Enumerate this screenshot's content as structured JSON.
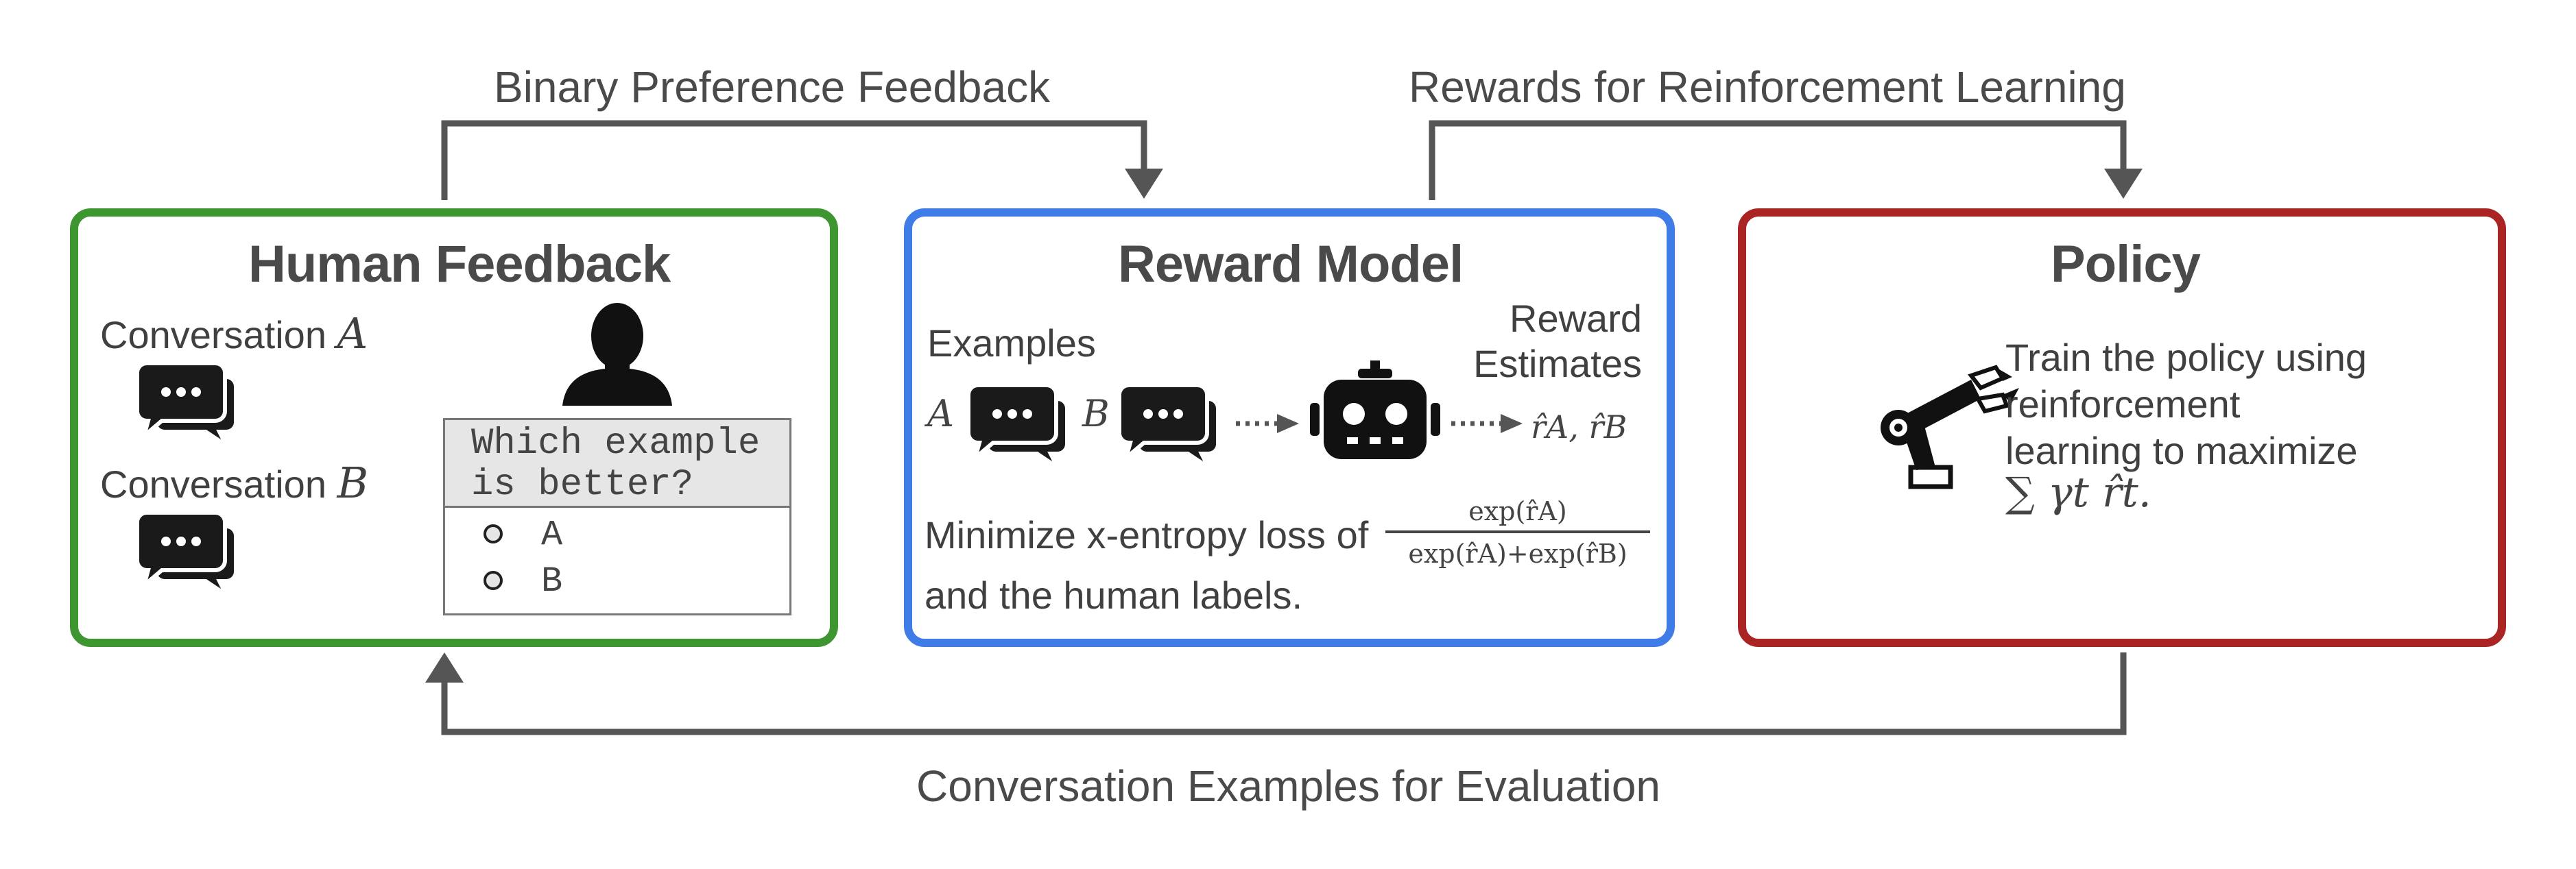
{
  "flows": {
    "binary_preference": "Binary Preference Feedback",
    "rewards_rl": "Rewards for Reinforcement Learning",
    "conversation_examples": "Conversation Examples for Evaluation"
  },
  "human_feedback": {
    "title": "Human Feedback",
    "conversation_a_text": "Conversation",
    "conversation_a_var": "A",
    "conversation_b_text": "Conversation",
    "conversation_b_var": "B",
    "question_line1": "Which example",
    "question_line2": "is better?",
    "option_a": "A",
    "option_b": "B",
    "icons": [
      "chat-bubbles-icon",
      "person-silhouette-icon",
      "radio-icon"
    ],
    "color": "#3d9630"
  },
  "reward_model": {
    "title": "Reward Model",
    "examples_label": "Examples",
    "var_a": "A",
    "var_b": "B",
    "reward_line1": "Reward",
    "reward_line2": "Estimates",
    "reward_vars": "r̂A, r̂B",
    "loss_line1": "Minimize x-entropy loss of",
    "loss_line2": "and the human labels.",
    "fraction_num": "exp(r̂A)",
    "fraction_den": "exp(r̂A)+exp(r̂B)",
    "icons": [
      "chat-bubbles-icon",
      "robot-icon",
      "dotted-arrow-icon"
    ],
    "color": "#3f7ce8"
  },
  "policy": {
    "title": "Policy",
    "text_line1": "Train the policy using",
    "text_line2": "reinforcement",
    "text_line3": "learning to maximize",
    "formula": "∑ γt r̂t.",
    "icons": [
      "robot-arm-icon"
    ],
    "color": "#ab2424"
  },
  "arrow_color": "#555555"
}
